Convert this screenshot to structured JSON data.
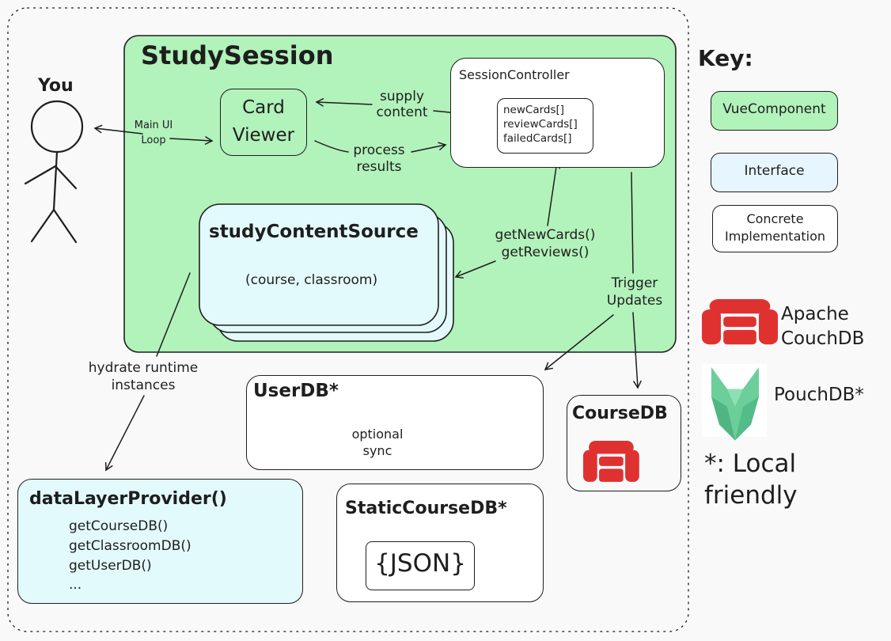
{
  "user": {
    "label": "You"
  },
  "study_session": {
    "title": "StudySession",
    "card_viewer": "Card\nViewer",
    "session_controller": {
      "title": "SessionController",
      "arrays": [
        "newCards[]",
        "reviewCards[]",
        "failedCards[]"
      ]
    },
    "content_source": {
      "title": "studyContentSource",
      "params": "(course, classroom)"
    }
  },
  "edges": {
    "main_loop": "Main UI\nLoop",
    "supply": "supply\ncontent",
    "process": "process\nresults",
    "get_cards": "getNewCards()\ngetReviews()",
    "trigger": "Trigger\nUpdates",
    "hydrate": "hydrate runtime\ninstances",
    "sync": "optional\nsync"
  },
  "databases": {
    "user_db": "UserDB*",
    "course_db": "CourseDB",
    "static_db": "StaticCourseDB*",
    "json_label": "{JSON}"
  },
  "data_layer": {
    "title": "dataLayerProvider()",
    "methods": [
      "getCourseDB()",
      "getClassroomDB()",
      "getUserDB()",
      "..."
    ]
  },
  "key": {
    "title": "Key:",
    "vue": "VueComponent",
    "interface": "Interface",
    "concrete": "Concrete\nImplementation",
    "couch": "Apache\nCouchDB",
    "pouch": "PouchDB*",
    "local": "*: Local\nfriendly"
  },
  "colors": {
    "vue_green": "#b2f2bb",
    "interface_blue": "#e7f5ff",
    "source_cyan": "#e3fafc",
    "couch_red": "#e03131",
    "pouch_green": "#5cc391",
    "stroke": "#1e1e1e"
  },
  "icons": [
    "couchdb-icon",
    "pouchdb-icon",
    "stick-figure-icon"
  ]
}
